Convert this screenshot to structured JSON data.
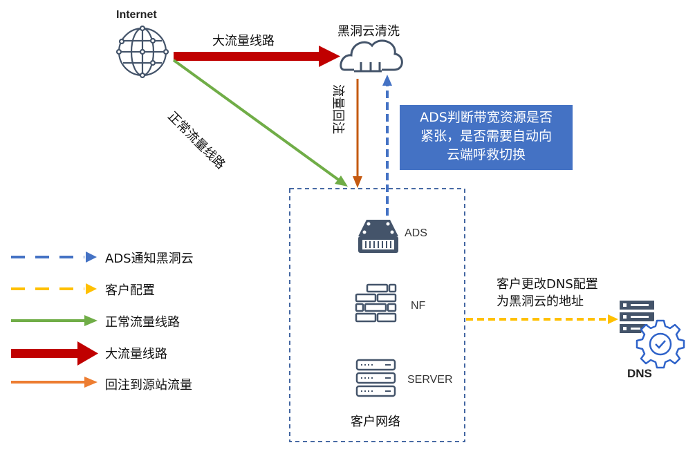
{
  "nodes": {
    "internet": {
      "label": "Internet",
      "icon": "globe-icon"
    },
    "cloud": {
      "label": "黑洞云清洗",
      "icon": "cloud-icon"
    },
    "ads": {
      "label": "ADS",
      "icon": "ads-appliance-icon"
    },
    "nf": {
      "label": "NF",
      "icon": "firewall-icon"
    },
    "server": {
      "label": "SERVER",
      "icon": "server-icon"
    },
    "dns": {
      "label": "DNS",
      "icon": "dns-server-gear-icon"
    },
    "customer_network": {
      "label": "客户网络"
    }
  },
  "edges": {
    "big_traffic": {
      "label": "大流量线路",
      "color": "#C00000"
    },
    "normal_traffic": {
      "label": "正常流量线路",
      "color": "#70AD47"
    },
    "reinjection": {
      "label": "流量回注",
      "color": "#C55A11"
    },
    "ads_notify": {
      "color": "#4472C4"
    },
    "dns_config": {
      "label_line1": "客户更改DNS配置",
      "label_line2": "为黑洞云的地址",
      "color": "#FFC000"
    }
  },
  "callout": {
    "line1": "ADS判断带宽资源是否",
    "line2": "紧张，是否需要自动向",
    "line3": "云端呼救切换",
    "bg": "#4472C4"
  },
  "legend": [
    {
      "label": "ADS通知黑洞云",
      "style": "dashed",
      "color": "#4472C4"
    },
    {
      "label": "客户配置",
      "style": "dashed",
      "color": "#FFC000"
    },
    {
      "label": "正常流量线路",
      "style": "solid",
      "color": "#70AD47"
    },
    {
      "label": "大流量线路",
      "style": "thick",
      "color": "#C00000"
    },
    {
      "label": "回注到源站流量",
      "style": "solid",
      "color": "#ED7D31"
    }
  ]
}
